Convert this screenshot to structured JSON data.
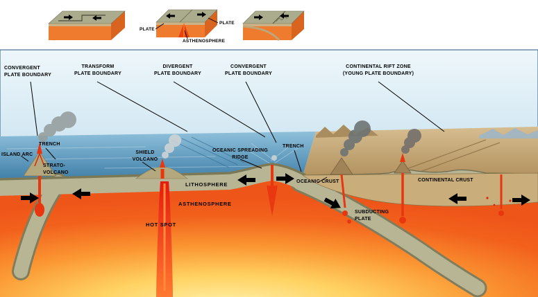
{
  "figure": {
    "kind": "plate-tectonics-cross-section"
  },
  "inset_labels": {
    "plate_left": "PLATE",
    "plate_right": "PLATE",
    "asthenosphere": "ASTHENOSPHERE"
  },
  "boundary_labels": {
    "convergent_left": "CONVERGENT\nPLATE BOUNDARY",
    "transform": "TRANSFORM\nPLATE BOUNDARY",
    "divergent": "DIVERGENT\nPLATE BOUNDARY",
    "convergent_right": "CONVERGENT\nPLATE BOUNDARY",
    "continental_rift": "CONTINENTAL RIFT ZONE\n(YOUNG PLATE BOUNDARY)"
  },
  "feature_labels": {
    "island_arc": "ISLAND ARC",
    "trench_left": "TRENCH",
    "strato_volcano": "STRATO-\nVOLCANO",
    "shield_volcano": "SHIELD\nVOLCANO",
    "oceanic_spreading_ridge": "OCEANIC SPREADING\nRIDGE",
    "trench_right": "TRENCH",
    "lithosphere": "LITHOSPHERE",
    "oceanic_crust": "OCEANIC CRUST",
    "continental_crust": "CONTINENTAL CRUST",
    "asthenosphere": "ASTHENOSPHERE",
    "hot_spot": "HOT SPOT",
    "subducting_plate": "SUBDUCTING\nPLATE"
  },
  "colors": {
    "sky": "#bcd9ea",
    "ocean": "#5e9cc0",
    "lithosphere": "#b8b595",
    "mantle": "#f2611c",
    "mantle_glow": "#fff2ae",
    "magma": "#e8360f",
    "continent": "#c9ae7c",
    "smoke": "#8e9897"
  }
}
